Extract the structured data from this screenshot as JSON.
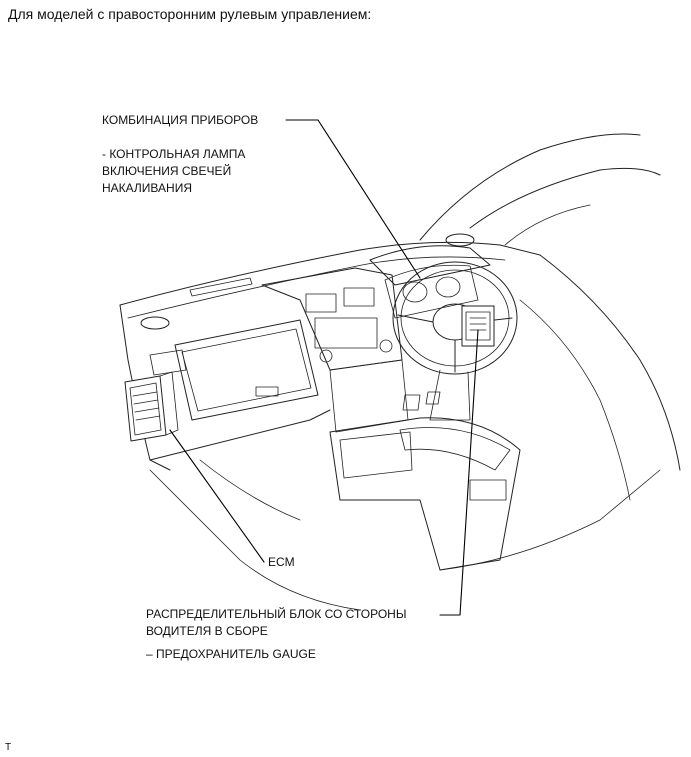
{
  "header": {
    "title": "Для моделей с правосторонним рулевым управлением:"
  },
  "callouts": {
    "cluster": {
      "title": "КОМБИНАЦИЯ ПРИБОРОВ",
      "sub_lines": [
        "- КОНТРОЛЬНАЯ ЛАМПА",
        "ВКЛЮЧЕНИЯ СВЕЧЕЙ",
        "НАКАЛИВАНИЯ"
      ]
    },
    "ecm": {
      "title": "ECM"
    },
    "junction_block": {
      "title_lines": [
        "РАСПРЕДЕЛИТЕЛЬНЫЙ БЛОК СО СТОРОНЫ",
        "ВОДИТЕЛЯ В СБОРЕ"
      ],
      "sub": "– ПРЕДОХРАНИТЕЛЬ GAUGE"
    }
  },
  "footer": {
    "mark": "T"
  }
}
